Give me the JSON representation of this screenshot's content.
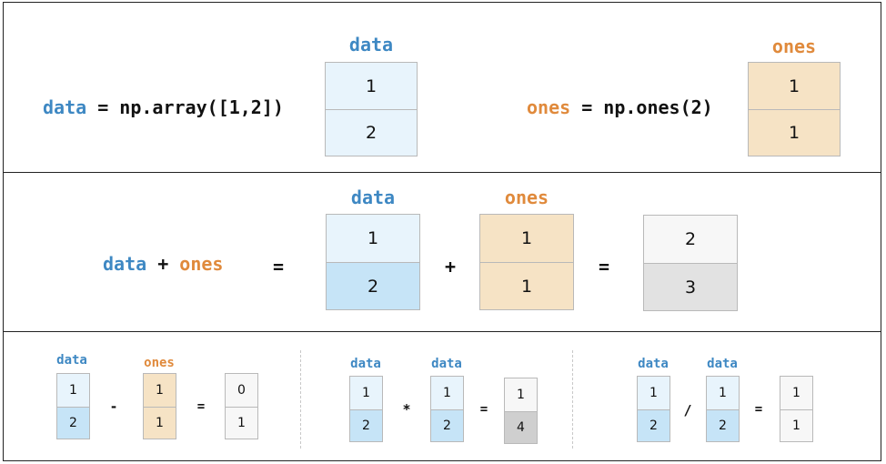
{
  "colors": {
    "data_light": "#e8f4fc",
    "data_dark": "#c6e4f7",
    "ones_fill": "#f6e3c5",
    "result_light": "#f7f7f7",
    "result_dark": "#e2e2e2",
    "result_darker": "#cfcfcf",
    "blue_text": "#3e88c3",
    "orange_text": "#e08a3c"
  },
  "panel1": {
    "data_code": {
      "var": "data",
      "rest": " = np.array([1,2])"
    },
    "ones_code": {
      "var": "ones",
      "rest": " = np.ones(2)"
    },
    "data_label": "data",
    "data_values": [
      "1",
      "2"
    ],
    "ones_label": "ones",
    "ones_values": [
      "1",
      "1"
    ]
  },
  "panel2": {
    "expr": {
      "left": "data",
      "op": " + ",
      "right": "ones"
    },
    "equals": "=",
    "data_label": "data",
    "data_values": [
      "1",
      "2"
    ],
    "plus": "+",
    "ones_label": "ones",
    "ones_values": [
      "1",
      "1"
    ],
    "equals2": "=",
    "result_values": [
      "2",
      "3"
    ]
  },
  "panel3": {
    "sub": {
      "left_label": "data",
      "left_values": [
        "1",
        "2"
      ],
      "op": "-",
      "right_label": "ones",
      "right_values": [
        "1",
        "1"
      ],
      "equals": "=",
      "result_values": [
        "0",
        "1"
      ]
    },
    "mul": {
      "left_label": "data",
      "left_values": [
        "1",
        "2"
      ],
      "op": "*",
      "right_label": "data",
      "right_values": [
        "1",
        "2"
      ],
      "equals": "=",
      "result_values": [
        "1",
        "4"
      ]
    },
    "div": {
      "left_label": "data",
      "left_values": [
        "1",
        "2"
      ],
      "op": "/",
      "right_label": "data",
      "right_values": [
        "1",
        "2"
      ],
      "equals": "=",
      "result_values": [
        "1",
        "1"
      ]
    }
  }
}
